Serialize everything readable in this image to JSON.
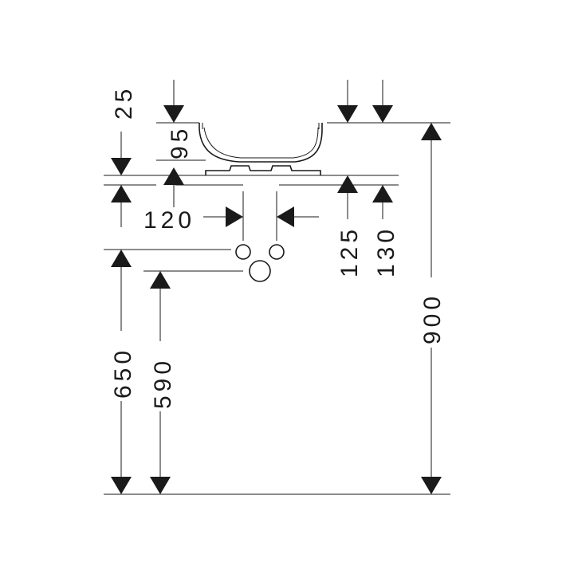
{
  "dimensions": {
    "rim_thickness": "25",
    "bowl_height": "95",
    "tap_hole_spacing": "120",
    "drain_offset_left": "125",
    "drain_offset_right": "130",
    "total_height": "900",
    "tap_height_upper": "650",
    "tap_height_lower": "590"
  },
  "colors": {
    "line": "#1a1a1a",
    "background": "#ffffff"
  }
}
